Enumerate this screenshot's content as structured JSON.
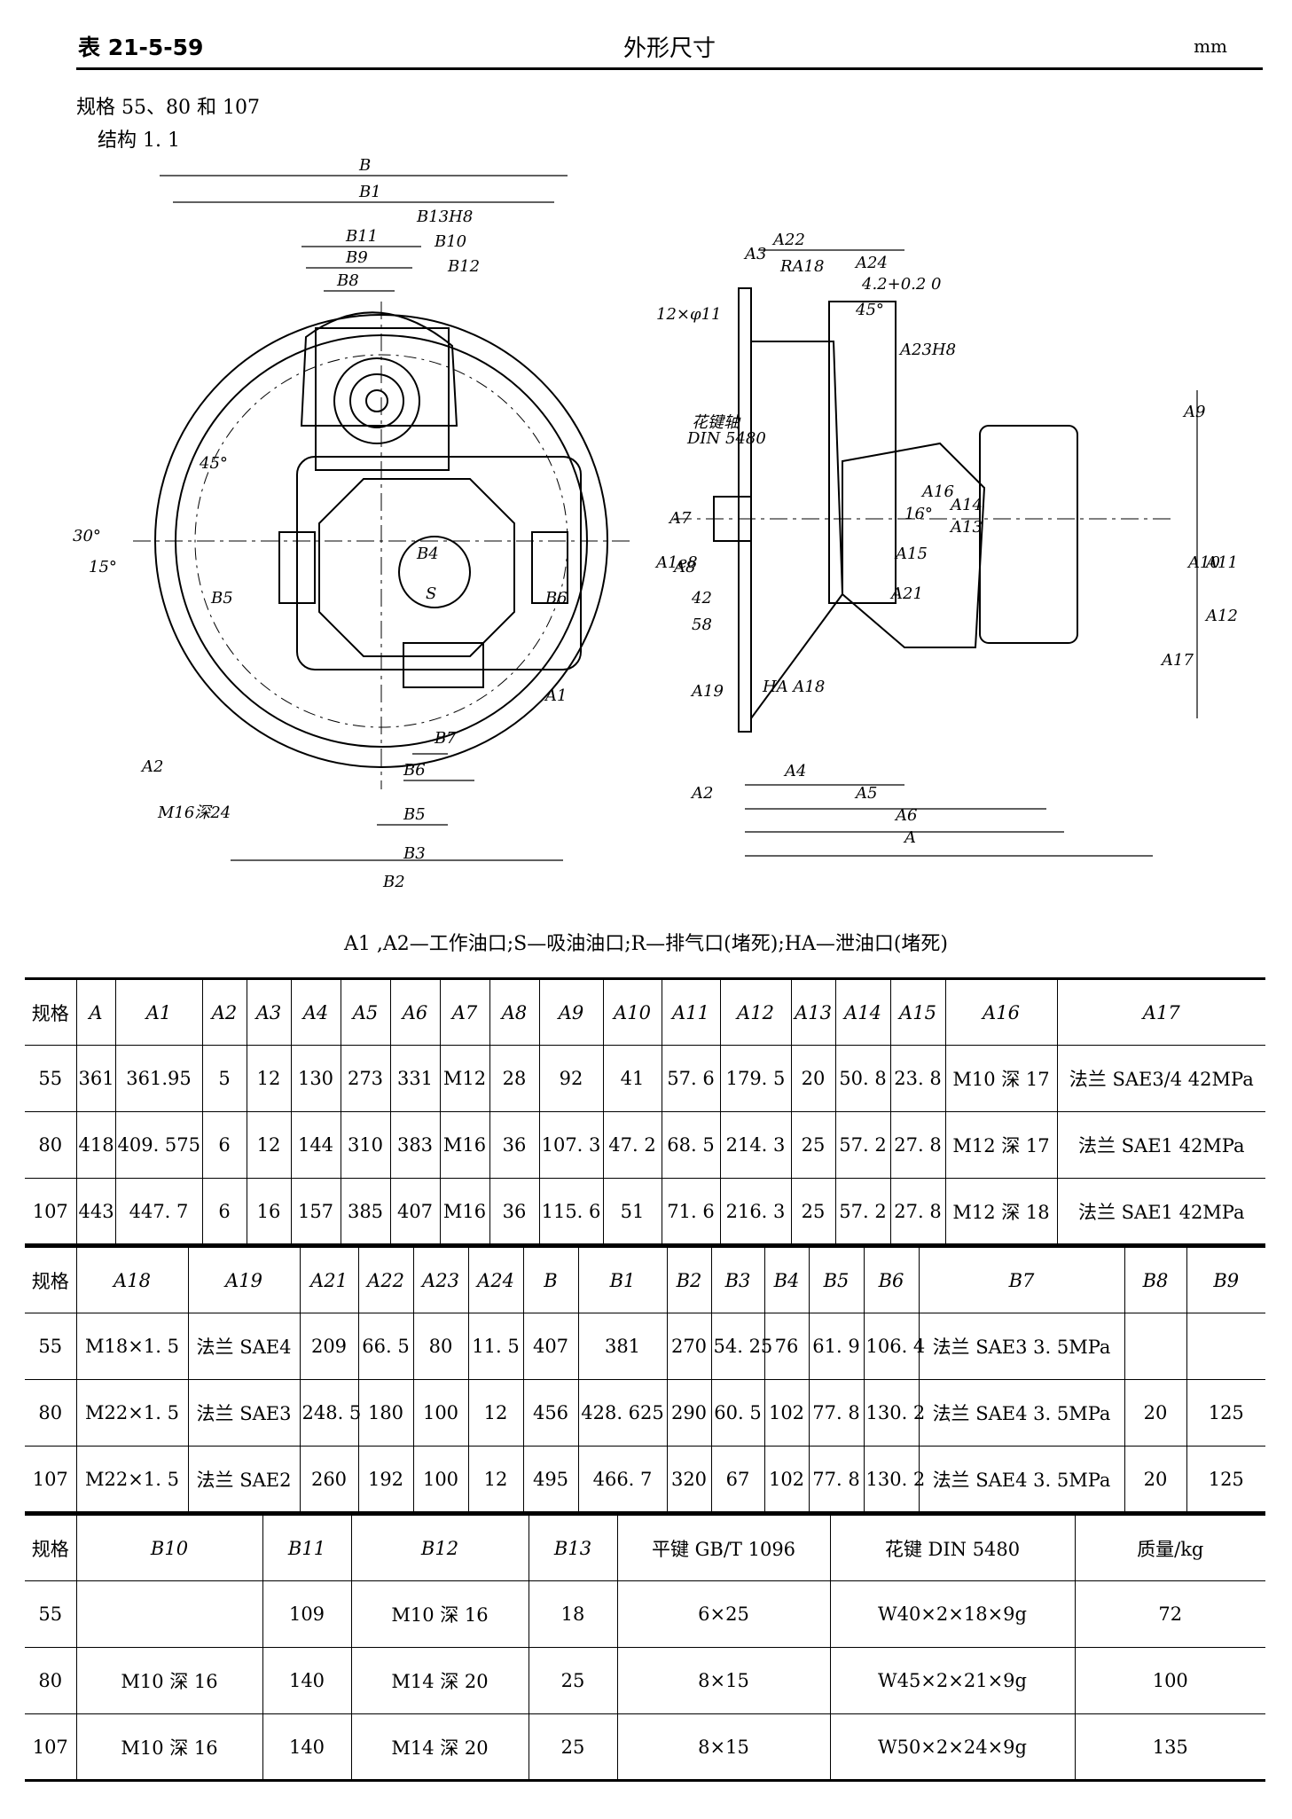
{
  "header": {
    "table_no": "表 21-5-59",
    "title": "外形尺寸",
    "unit": "mm"
  },
  "subtitle": {
    "line1": "规格 55、80 和 107",
    "line2": "结构 1. 1"
  },
  "drawing": {
    "left_labels": [
      "B",
      "B1",
      "B11",
      "B9",
      "B8",
      "B13H8",
      "B10",
      "B12",
      "45°",
      "30°",
      "15°",
      "B5",
      "B4",
      "S",
      "B6",
      "A1",
      "A2",
      "M16深24",
      "B5",
      "B6",
      "B7",
      "B3",
      "B2"
    ],
    "right_labels": [
      "A22",
      "A3",
      "RA18",
      "A24",
      "4.2+0.2 0",
      "12×φ11",
      "45°",
      "A23H8",
      "A9",
      "花键轴",
      "DIN 5480",
      "A16",
      "A14",
      "A13",
      "A7",
      "16°",
      "A15",
      "A1e8",
      "A10",
      "A11",
      "A8",
      "42",
      "58",
      "A21",
      "A12",
      "A17",
      "A19",
      "HA A18",
      "A2",
      "A4",
      "A5",
      "A6",
      "A"
    ]
  },
  "caption": "A1 ,A2—工作油口;S—吸油油口;R—排气口(堵死);HA—泄油口(堵死)",
  "table1": {
    "headers": [
      "规格",
      "A",
      "A1",
      "A2",
      "A3",
      "A4",
      "A5",
      "A6",
      "A7",
      "A8",
      "A9",
      "A10",
      "A11",
      "A12",
      "A13",
      "A14",
      "A15",
      "A16",
      "A17"
    ],
    "rows": [
      [
        "55",
        "361",
        "361.95",
        "5",
        "12",
        "130",
        "273",
        "331",
        "M12",
        "28",
        "92",
        "41",
        "57. 6",
        "179. 5",
        "20",
        "50. 8",
        "23. 8",
        "M10 深 17",
        "法兰 SAE3/4 42MPa"
      ],
      [
        "80",
        "418",
        "409. 575",
        "6",
        "12",
        "144",
        "310",
        "383",
        "M16",
        "36",
        "107. 3",
        "47. 2",
        "68. 5",
        "214. 3",
        "25",
        "57. 2",
        "27. 8",
        "M12 深 17",
        "法兰 SAE1 42MPa"
      ],
      [
        "107",
        "443",
        "447. 7",
        "6",
        "16",
        "157",
        "385",
        "407",
        "M16",
        "36",
        "115. 6",
        "51",
        "71. 6",
        "216. 3",
        "25",
        "57. 2",
        "27. 8",
        "M12 深 18",
        "法兰 SAE1 42MPa"
      ]
    ]
  },
  "table2": {
    "headers": [
      "规格",
      "A18",
      "A19",
      "A21",
      "A22",
      "A23",
      "A24",
      "B",
      "B1",
      "B2",
      "B3",
      "B4",
      "B5",
      "B6",
      "B7",
      "B8",
      "B9"
    ],
    "rows": [
      [
        "55",
        "M18×1. 5",
        "法兰 SAE4",
        "209",
        "66. 5",
        "80",
        "11. 5",
        "407",
        "381",
        "270",
        "54. 25",
        "76",
        "61. 9",
        "106. 4",
        "法兰 SAE3 3. 5MPa",
        "",
        ""
      ],
      [
        "80",
        "M22×1. 5",
        "法兰 SAE3",
        "248. 5",
        "180",
        "100",
        "12",
        "456",
        "428. 625",
        "290",
        "60. 5",
        "102",
        "77. 8",
        "130. 2",
        "法兰 SAE4 3. 5MPa",
        "20",
        "125"
      ],
      [
        "107",
        "M22×1. 5",
        "法兰 SAE2",
        "260",
        "192",
        "100",
        "12",
        "495",
        "466. 7",
        "320",
        "67",
        "102",
        "77. 8",
        "130. 2",
        "法兰 SAE4 3. 5MPa",
        "20",
        "125"
      ]
    ]
  },
  "table3": {
    "headers": [
      "规格",
      "B10",
      "B11",
      "B12",
      "B13",
      "平键 GB/T 1096",
      "花键 DIN 5480",
      "质量/kg"
    ],
    "rows": [
      [
        "55",
        "",
        "109",
        "M10 深 16",
        "18",
        "6×25",
        "W40×2×18×9g",
        "72"
      ],
      [
        "80",
        "M10 深 16",
        "140",
        "M14 深 20",
        "25",
        "8×15",
        "W45×2×21×9g",
        "100"
      ],
      [
        "107",
        "M10 深 16",
        "140",
        "M14 深 20",
        "25",
        "8×15",
        "W50×2×24×9g",
        "135"
      ]
    ]
  }
}
